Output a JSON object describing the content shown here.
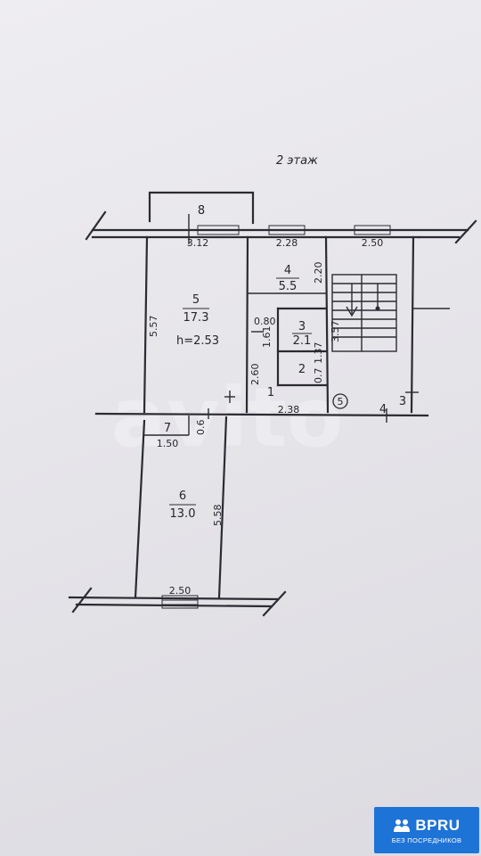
{
  "floor_title": "2 этаж",
  "rooms": [
    {
      "number": "5",
      "area": "17.3",
      "note": "h=2.53"
    },
    {
      "number": "4",
      "area": "5.5"
    },
    {
      "number": "3",
      "area": "2.1"
    },
    {
      "number": "2"
    },
    {
      "number": "1"
    },
    {
      "number": "6",
      "area": "13.0"
    },
    {
      "number": "7"
    },
    {
      "number": "8"
    }
  ],
  "dimensions": [
    "3.12",
    "2.28",
    "2.50",
    "5.57",
    "2.20",
    "0.80",
    "1.61",
    "1.37",
    "3.57",
    "2.60",
    "0.7",
    "2.38",
    "1.50",
    "0.6",
    "5.58",
    "2.50",
    "4",
    "3"
  ],
  "marker": "5",
  "watermark": "avito",
  "badge": {
    "brand": "BPRU",
    "tagline": "БЕЗ ПОСРЕДНИКОВ"
  },
  "colors": {
    "paper": "#e9e8ec",
    "ink": "#2b2b33",
    "badge": "#1e73d6"
  }
}
